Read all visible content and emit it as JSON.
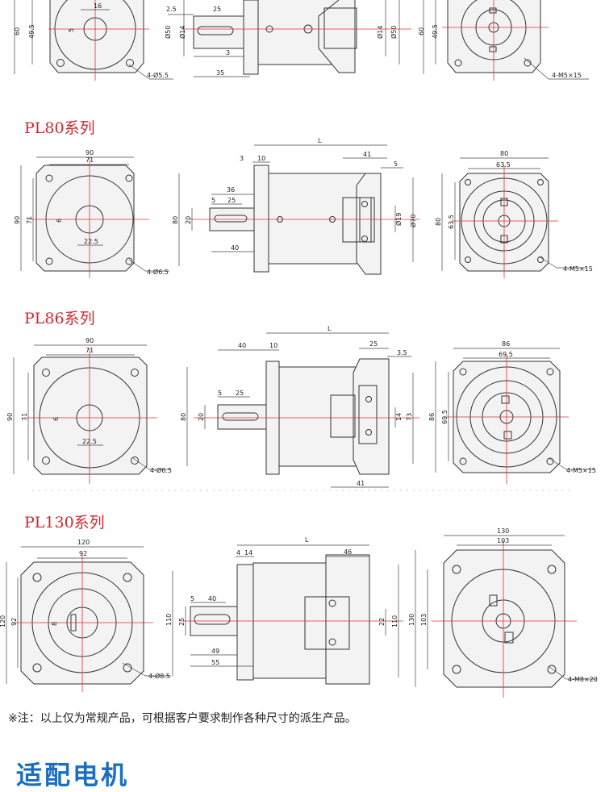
{
  "top": {
    "dims": [
      "16",
      "60",
      "49.5",
      "5",
      "2.5",
      "25",
      "Ø50",
      "Ø14",
      "3",
      "35",
      "Ø14",
      "Ø50",
      "60",
      "49.5",
      "4-Ø5.5",
      "4-M5×15"
    ]
  },
  "sections": [
    {
      "title": "PL80系列",
      "front": {
        "w": "90",
        "w2": "71",
        "h": "90",
        "h2": "71",
        "key": "6",
        "keydim": "22.5",
        "holes": "4-Ø6.5"
      },
      "side": {
        "l": "L",
        "d3": "3",
        "d10": "10",
        "d41": "41",
        "d5": "5",
        "d36": "36",
        "d5b": "5",
        "d25": "25",
        "d40": "40",
        "h80": "80",
        "h20": "20",
        "d19": "Ø19",
        "d70": "Ø70"
      },
      "rear": {
        "w": "80",
        "w2": "63.5",
        "h": "80",
        "h2": "63.5",
        "holes": "4-M5×15"
      }
    },
    {
      "title": "PL86系列",
      "front": {
        "w": "90",
        "w2": "71",
        "h": "90",
        "h2": "71",
        "key": "6",
        "keydim": "22.5",
        "holes": "4-Ø6.5"
      },
      "side": {
        "l": "L",
        "d40": "40",
        "d10": "10",
        "d25": "25",
        "d35": "3.5",
        "d5": "5",
        "d25b": "25",
        "h80": "80",
        "h20": "20",
        "d14": "14",
        "d73": "73",
        "d41": "41"
      },
      "rear": {
        "w": "86",
        "w2": "69.5",
        "h": "86",
        "h2": "69.5",
        "holes": "4-M5×15"
      }
    },
    {
      "title": "PL130系列",
      "front": {
        "w": "120",
        "w2": "92",
        "h": "120",
        "h2": "92",
        "key": "8",
        "holes": "4-Ø8.5"
      },
      "side": {
        "l": "L",
        "d4": "4",
        "d14": "14",
        "d46": "46",
        "d5": "5",
        "d40": "40",
        "h110": "110",
        "h25": "25",
        "d49": "49",
        "d55": "55",
        "d22": "22",
        "d110": "110"
      },
      "rear": {
        "w": "130",
        "w2": "103",
        "h": "130",
        "h2": "103",
        "holes": "4-M8×20"
      }
    }
  ],
  "note": "※注：以上仅为常规产品，可根据客户要求制作各种尺寸的派生产品。",
  "bottom_heading": "适配电机"
}
